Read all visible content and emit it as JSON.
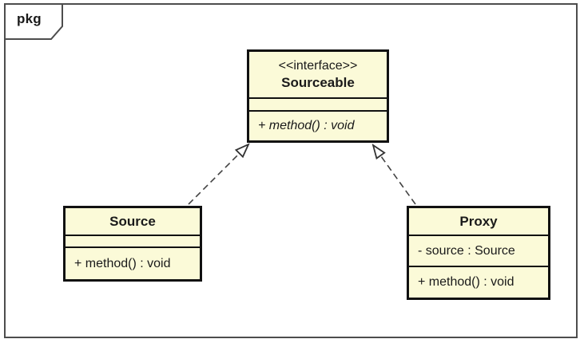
{
  "diagram_type": "uml-class-diagram",
  "frame": {
    "tab_label": "pkg"
  },
  "classes": {
    "sourceable": {
      "stereotype": "<<interface>>",
      "name": "Sourceable",
      "attributes": [],
      "operations": [
        "+ method() : void"
      ]
    },
    "source": {
      "name": "Source",
      "attributes": [],
      "operations": [
        "+ method() : void"
      ]
    },
    "proxy": {
      "name": "Proxy",
      "attributes": [
        "- source : Source"
      ],
      "operations": [
        "+ method() : void"
      ]
    }
  },
  "relations": [
    {
      "from": "Source",
      "to": "Sourceable",
      "type": "realization",
      "line": "dashed",
      "arrowhead": "hollow-triangle"
    },
    {
      "from": "Proxy",
      "to": "Sourceable",
      "type": "realization",
      "line": "dashed",
      "arrowhead": "hollow-triangle"
    }
  ],
  "colors": {
    "box-fill": "#fbfad8",
    "box-border": "#111111",
    "frame-border": "#4d4d4d",
    "line-color": "#424242",
    "bg": "#ffffff"
  }
}
